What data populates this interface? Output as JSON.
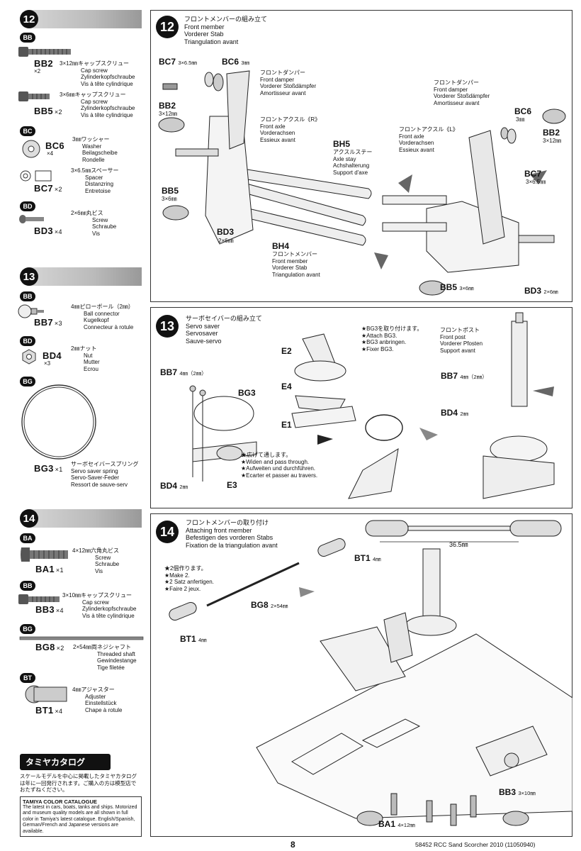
{
  "page_number": "8",
  "footer_right": "58452 RCC Sand Scorcher 2010 (11050940)",
  "sidebar": {
    "step12": {
      "num": "12",
      "groups": [
        {
          "cat": "BB",
          "parts": [
            {
              "code": "BB2",
              "qty": "×2",
              "desc": [
                "3×12㎜キャップスクリュー",
                "Cap screw",
                "Zylinderkopfschraube",
                "Vis à tête cylindrique"
              ]
            },
            {
              "code": "BB5",
              "qty": "×2",
              "desc": [
                "3×6㎜キャップスクリュー",
                "Cap screw",
                "Zylinderkopfschraube",
                "Vis à tête cylindrique"
              ]
            }
          ]
        },
        {
          "cat": "BC",
          "parts": [
            {
              "code": "BC6",
              "qty": "×4",
              "desc": [
                "3㎜ワッシャー",
                "Washer",
                "Beilagscheibe",
                "Rondelle"
              ]
            },
            {
              "code": "BC7",
              "qty": "×2",
              "desc": [
                "3×6.5㎜スペーサー",
                "Spacer",
                "Distanzring",
                "Entretoise"
              ]
            }
          ]
        },
        {
          "cat": "BD",
          "parts": [
            {
              "code": "BD3",
              "qty": "×4",
              "desc": [
                "2×6㎜丸ビス",
                "Screw",
                "Schraube",
                "Vis"
              ]
            }
          ]
        }
      ]
    },
    "step13": {
      "num": "13",
      "groups": [
        {
          "cat": "BB",
          "parts": [
            {
              "code": "BB7",
              "qty": "×3",
              "desc": [
                "4㎜ピローボール（2㎜）",
                "Ball connector",
                "Kugelkopf",
                "Connecteur à rotule"
              ]
            }
          ]
        },
        {
          "cat": "BD",
          "parts": [
            {
              "code": "BD4",
              "qty": "×3",
              "desc": [
                "2㎜ナット",
                "Nut",
                "Mutter",
                "Ecrou"
              ]
            }
          ]
        },
        {
          "cat": "BG",
          "parts": [
            {
              "code": "BG3",
              "qty": "×1",
              "desc": [
                "サーボセイバースプリング",
                "Servo saver spring",
                "Servo-Saver-Feder",
                "Ressort de sauve-serv"
              ]
            }
          ]
        }
      ]
    },
    "step14": {
      "num": "14",
      "groups": [
        {
          "cat": "BA",
          "parts": [
            {
              "code": "BA1",
              "qty": "×1",
              "desc": [
                "4×12㎜六角丸ビス",
                "Screw",
                "Schraube",
                "Vis"
              ]
            }
          ]
        },
        {
          "cat": "BB",
          "parts": [
            {
              "code": "BB3",
              "qty": "×4",
              "desc": [
                "3×10㎜キャップスクリュー",
                "Cap screw",
                "Zylinderkopfschraube",
                "Vis à tête cylindrique"
              ]
            }
          ]
        },
        {
          "cat": "BG",
          "parts": [
            {
              "code": "BG8",
              "qty": "×2",
              "desc": [
                "2×54㎜両ネジシャフト",
                "Threaded shaft",
                "Gewindestange",
                "Tige filetée"
              ]
            }
          ]
        },
        {
          "cat": "BT",
          "parts": [
            {
              "code": "BT1",
              "qty": "×4",
              "desc": [
                "4㎜アジャスター",
                "Adjuster",
                "Einstellstück",
                "Chape à rotule"
              ]
            }
          ]
        }
      ]
    },
    "catalog": {
      "title": "タミヤカタログ",
      "jp_text": "スケールモデルを中心に掲載したタミヤカタログは年に一回発行されます。ご購入の方は模型店でおたずねください。",
      "en_title": "TAMIYA COLOR CATALOGUE",
      "en_text": "The latest in cars, boats, tanks and ships. Motorized and museum quality models are all shown in full color in Tamiya's latest catalogue. English/Spanish, German/French and Japanese versions are available."
    }
  },
  "panel12": {
    "num": "12",
    "title": [
      "フロントメンバーの組み立て",
      "Front member",
      "Vorderer Stab",
      "Triangulation avant"
    ],
    "labels": {
      "bc7": "BC7",
      "bc7_size": "3×6.5㎜",
      "bc6_left": "BC6",
      "bc6_left_size": "3㎜",
      "bb2_left": "BB2",
      "bb2_left_size": "3×12㎜",
      "bb5_left": "BB5",
      "bb5_left_size": "3×6㎜",
      "bd3_left": "BD3",
      "bd3_left_size": "2×6㎜",
      "damper_r": [
        "フロントダンパー",
        "Front damper",
        "Vorderer Stoßdämpfer",
        "Amortisseur avant"
      ],
      "axle_r": [
        "フロントアクスル《R》",
        "Front axle",
        "Vorderachsen",
        "Essieux avant"
      ],
      "bh5": "BH5",
      "bh5_desc": [
        "アクスルステー",
        "Axle stay",
        "Achshalterung",
        "Support d'axe"
      ],
      "bh4": "BH4",
      "bh4_desc": [
        "フロントメンバー",
        "Front member",
        "Vorderer Stab",
        "Triangulation avant"
      ],
      "axle_l": [
        "フロントアクスル《L》",
        "Front axle",
        "Vorderachsen",
        "Essieux avant"
      ],
      "damper_l": [
        "フロントダンパー",
        "Front damper",
        "Vorderer Stoßdämpfer",
        "Amortisseur avant"
      ],
      "bc6_right": "BC6",
      "bc6_right_size": "3㎜",
      "bb2_right": "BB2",
      "bb2_right_size": "3×12㎜",
      "bc7_right": "BC7",
      "bc7_right_size": "3×6.5㎜",
      "bb5_right": "BB5",
      "bb5_right_size": "3×6㎜",
      "bd3_right": "BD3",
      "bd3_right_size": "2×6㎜"
    }
  },
  "panel13": {
    "num": "13",
    "title": [
      "サーボセイバーの組み立て",
      "Servo saver",
      "Servosaver",
      "Sauve-servo"
    ],
    "labels": {
      "bb7": "BB7",
      "bb7_size": "4㎜（2㎜）",
      "bg3": "BG3",
      "bd4": "BD4",
      "bd4_size": "2㎜",
      "e1": "E1",
      "e2": "E2",
      "e3": "E3",
      "e4": "E4",
      "widen": [
        "★広げて通します。",
        "★Widen and pass through.",
        "★Aufweiten und durchführen.",
        "★Ecarter et passer au travers."
      ],
      "attach": [
        "★BG3を取り付けます。",
        "★Attach BG3.",
        "★BG3 anbringen.",
        "★Fixer BG3."
      ],
      "front_post": [
        "フロントポスト",
        "Front post",
        "Vorderer Pfosten",
        "Support avant"
      ],
      "bb7_right": "BB7",
      "bb7_right_size": "4㎜（2㎜）",
      "bd4_right": "BD4",
      "bd4_right_size": "2㎜"
    }
  },
  "panel14": {
    "num": "14",
    "title": [
      "フロントメンバーの取り付け",
      "Attaching front member",
      "Befestigen des vorderen Stabs",
      "Fixation de la triangulation avant"
    ],
    "labels": {
      "make2": [
        "★2個作ります。",
        "★Make 2.",
        "★2 Satz anfertigen.",
        "★Faire 2 jeux."
      ],
      "bt1_top": "BT1",
      "bt1_top_size": "4㎜",
      "bg8": "BG8",
      "bg8_size": "2×54㎜",
      "bt1_left": "BT1",
      "bt1_left_size": "4㎜",
      "dim": "36.5㎜",
      "bb3": "BB3",
      "bb3_size": "3×10㎜",
      "ba1": "BA1",
      "ba1_size": "4×12㎜"
    }
  }
}
